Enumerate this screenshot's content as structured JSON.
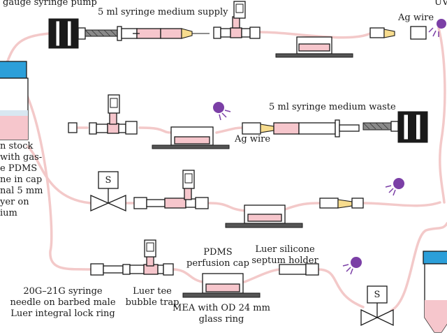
{
  "labels": {
    "syringe_pump_top": "gauge syringe pump",
    "medium_supply": "5 ml syringe medium supply",
    "uv_top": "UV",
    "ag_wire_top": "Ag wire",
    "medium_waste": "5 ml syringe medium waste",
    "ag_wire_mid": "Ag wire",
    "valve_1": "S",
    "valve_2": "S",
    "stock_lines": [
      "n stock",
      "with gas-",
      "e PDMS",
      "ne in cap",
      "nal 5 mm",
      "yer on",
      "ium"
    ],
    "needle_label": [
      "20G–21G syringe",
      "needle on barbed male",
      "Luer integral lock ring"
    ],
    "luer_tee_label": [
      "Luer tee",
      "bubble trap"
    ],
    "pdms_cap_label": [
      "PDMS",
      "perfusion cap"
    ],
    "septum_label": [
      "Luer silicone",
      "septum holder"
    ],
    "mea_label": [
      "MEA with OD 24 mm",
      "glass ring"
    ]
  },
  "colors": {
    "tubing": "#f3c9c9",
    "medium": "#f6c6cc",
    "bottle_cap": "#2c9fd9",
    "uv_lamp": "#7b3fa6",
    "needle_hub": "#f7dc8e"
  }
}
